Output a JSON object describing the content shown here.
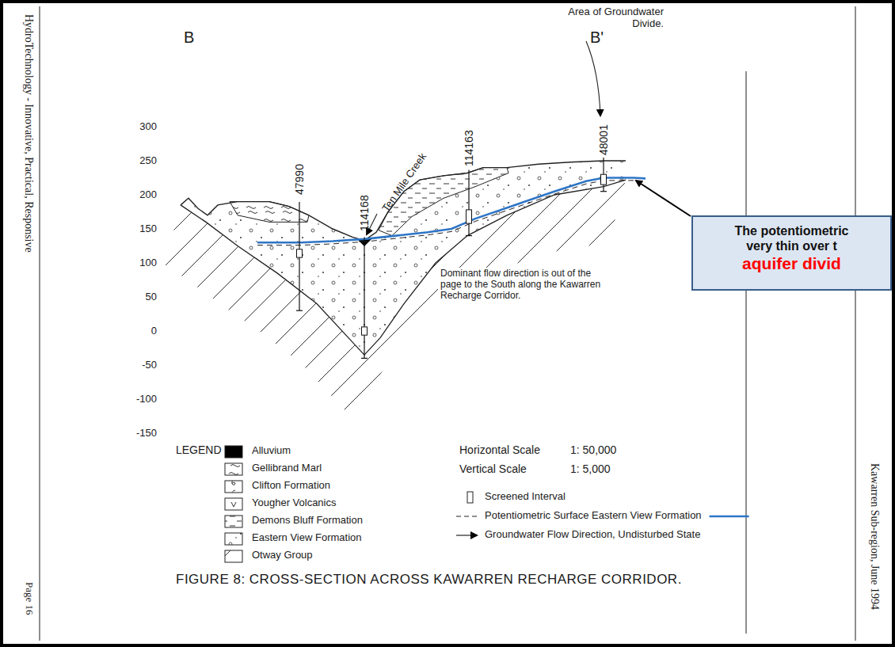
{
  "diagram": {
    "caption": "FIGURE 8: CROSS-SECTION ACROSS KAWARREN RECHARGE CORRIDOR.",
    "nodes": [
      {
        "text": [
          "The potentiometric very thin over t",
          "aquifer divid"
        ]
      }
    ],
    "labels": [
      "HydroTechnology - Innovative, Practical, Responsive",
      "B",
      "B'",
      "Area of Groundwater Divide.",
      "300",
      "250",
      "200",
      "150",
      "100",
      "50",
      "0",
      "-50",
      "-100",
      "-150",
      "47990",
      "114168",
      "114163",
      "48001",
      "Ten Mile Creek",
      "Dominant flow direction is out of the page to the South along the Kawarren Recharge Corridor.",
      "LEGEND",
      "Horizontal Scale",
      "1: 50,000",
      "Vertical Scale",
      "1: 5,000",
      "Page 16",
      "Kawarren Sub-region, June 1994"
    ],
    "legend": [
      {
        "text": "Alluvium",
        "color": "#000000"
      },
      {
        "text": "Gellibrand Marl"
      },
      {
        "text": "Clifton Formation"
      },
      {
        "text": "Yougher Volcanics"
      },
      {
        "text": "Demons Bluff Formation"
      },
      {
        "text": "Eastern View Formation"
      },
      {
        "text": "Otway Group"
      },
      {
        "text": "Screened Interval"
      },
      {
        "text": "Potentiometric Surface Eastern View Formation"
      },
      {
        "text": "Groundwater Flow Direction, Undisturbed State"
      }
    ]
  }
}
